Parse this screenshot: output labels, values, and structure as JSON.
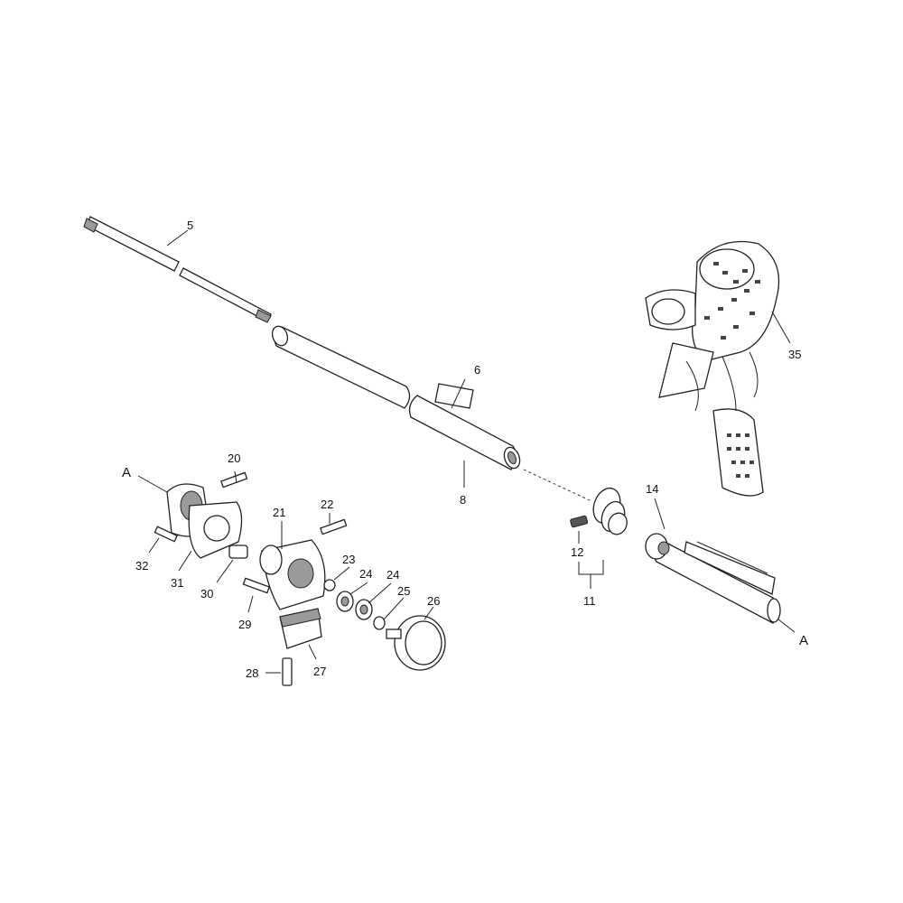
{
  "callouts": {
    "p5": "5",
    "p6": "6",
    "p8": "8",
    "p35": "35",
    "p14": "14",
    "pA_right": "A",
    "pA_left": "A",
    "p20": "20",
    "p21": "21",
    "p22": "22",
    "p23": "23",
    "p24a": "24",
    "p24b": "24",
    "p25": "25",
    "p26": "26",
    "p27": "27",
    "p28": "28",
    "p29": "29",
    "p30": "30",
    "p31": "31",
    "p32": "32",
    "p12": "12",
    "p11": "11"
  }
}
